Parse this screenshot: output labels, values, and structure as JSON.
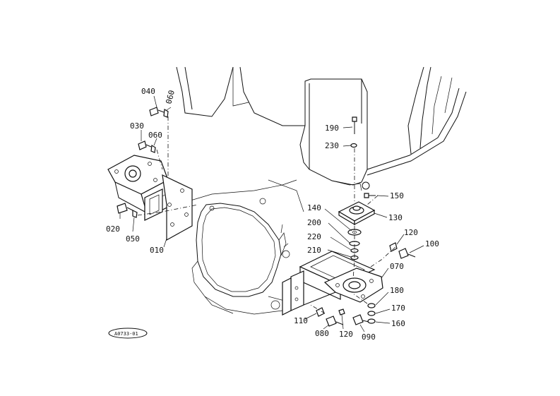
{
  "diagram": {
    "drawing_code": "A0733-01",
    "parts": [
      {
        "id": "p010",
        "label": "010"
      },
      {
        "id": "p020",
        "label": "020"
      },
      {
        "id": "p030",
        "label": "030"
      },
      {
        "id": "p040",
        "label": "040"
      },
      {
        "id": "p050",
        "label": "050"
      },
      {
        "id": "p060a",
        "label": "060"
      },
      {
        "id": "p060b",
        "label": "060"
      },
      {
        "id": "p070",
        "label": "070"
      },
      {
        "id": "p080",
        "label": "080"
      },
      {
        "id": "p090",
        "label": "090"
      },
      {
        "id": "p100",
        "label": "100"
      },
      {
        "id": "p110",
        "label": "110"
      },
      {
        "id": "p120a",
        "label": "120"
      },
      {
        "id": "p120b",
        "label": "120"
      },
      {
        "id": "p130",
        "label": "130"
      },
      {
        "id": "p140",
        "label": "140"
      },
      {
        "id": "p150",
        "label": "150"
      },
      {
        "id": "p160",
        "label": "160"
      },
      {
        "id": "p170",
        "label": "170"
      },
      {
        "id": "p180",
        "label": "180"
      },
      {
        "id": "p190",
        "label": "190"
      },
      {
        "id": "p200",
        "label": "200"
      },
      {
        "id": "p210",
        "label": "210"
      },
      {
        "id": "p220",
        "label": "220"
      },
      {
        "id": "p230",
        "label": "230"
      }
    ]
  }
}
